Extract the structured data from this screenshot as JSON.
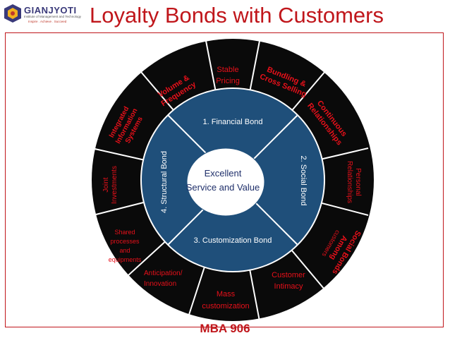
{
  "header": {
    "title": "Loyalty Bonds with Customers",
    "logo": {
      "name": "GIANJYOTI",
      "subtitle": "Institute of Management and Technology",
      "tagline": "Inspire . Achieve . Succeed"
    }
  },
  "center": {
    "line1": "Excellent",
    "line2": "Service and Value"
  },
  "bonds": {
    "financial": "1. Financial Bond",
    "social": "2. Social Bond",
    "customization": "3. Customization Bond",
    "structural": "4. Structural Bond"
  },
  "outer": {
    "stable_pricing": [
      "Stable",
      "Pricing"
    ],
    "bundling": [
      "Bundling &",
      "Cross Selling"
    ],
    "continuous": [
      "Continuous",
      "Relationships"
    ],
    "personal": [
      "Personal",
      "Relationships"
    ],
    "social_bonds": [
      "Social Bonds",
      "Among",
      "customers"
    ],
    "customer_intimacy": [
      "Customer",
      "Intimacy"
    ],
    "mass_customization": [
      "Mass",
      "customization"
    ],
    "anticipation": [
      "Anticipation/",
      "Innovation"
    ],
    "shared": [
      "Shared",
      "processes",
      "and",
      "equipments"
    ],
    "joint": [
      "Joint",
      "Investments"
    ],
    "integrated": [
      "Integrated",
      "Information",
      "Systems"
    ],
    "volume": [
      "Volume &",
      "Frequency"
    ]
  },
  "footer": {
    "label": "MBA 906"
  },
  "colors": {
    "title_red": "#c0161b",
    "ring_black": "#0a0a0a",
    "inner_blue": "#1f4f7a",
    "label_red": "#e8101a",
    "white": "#ffffff"
  }
}
